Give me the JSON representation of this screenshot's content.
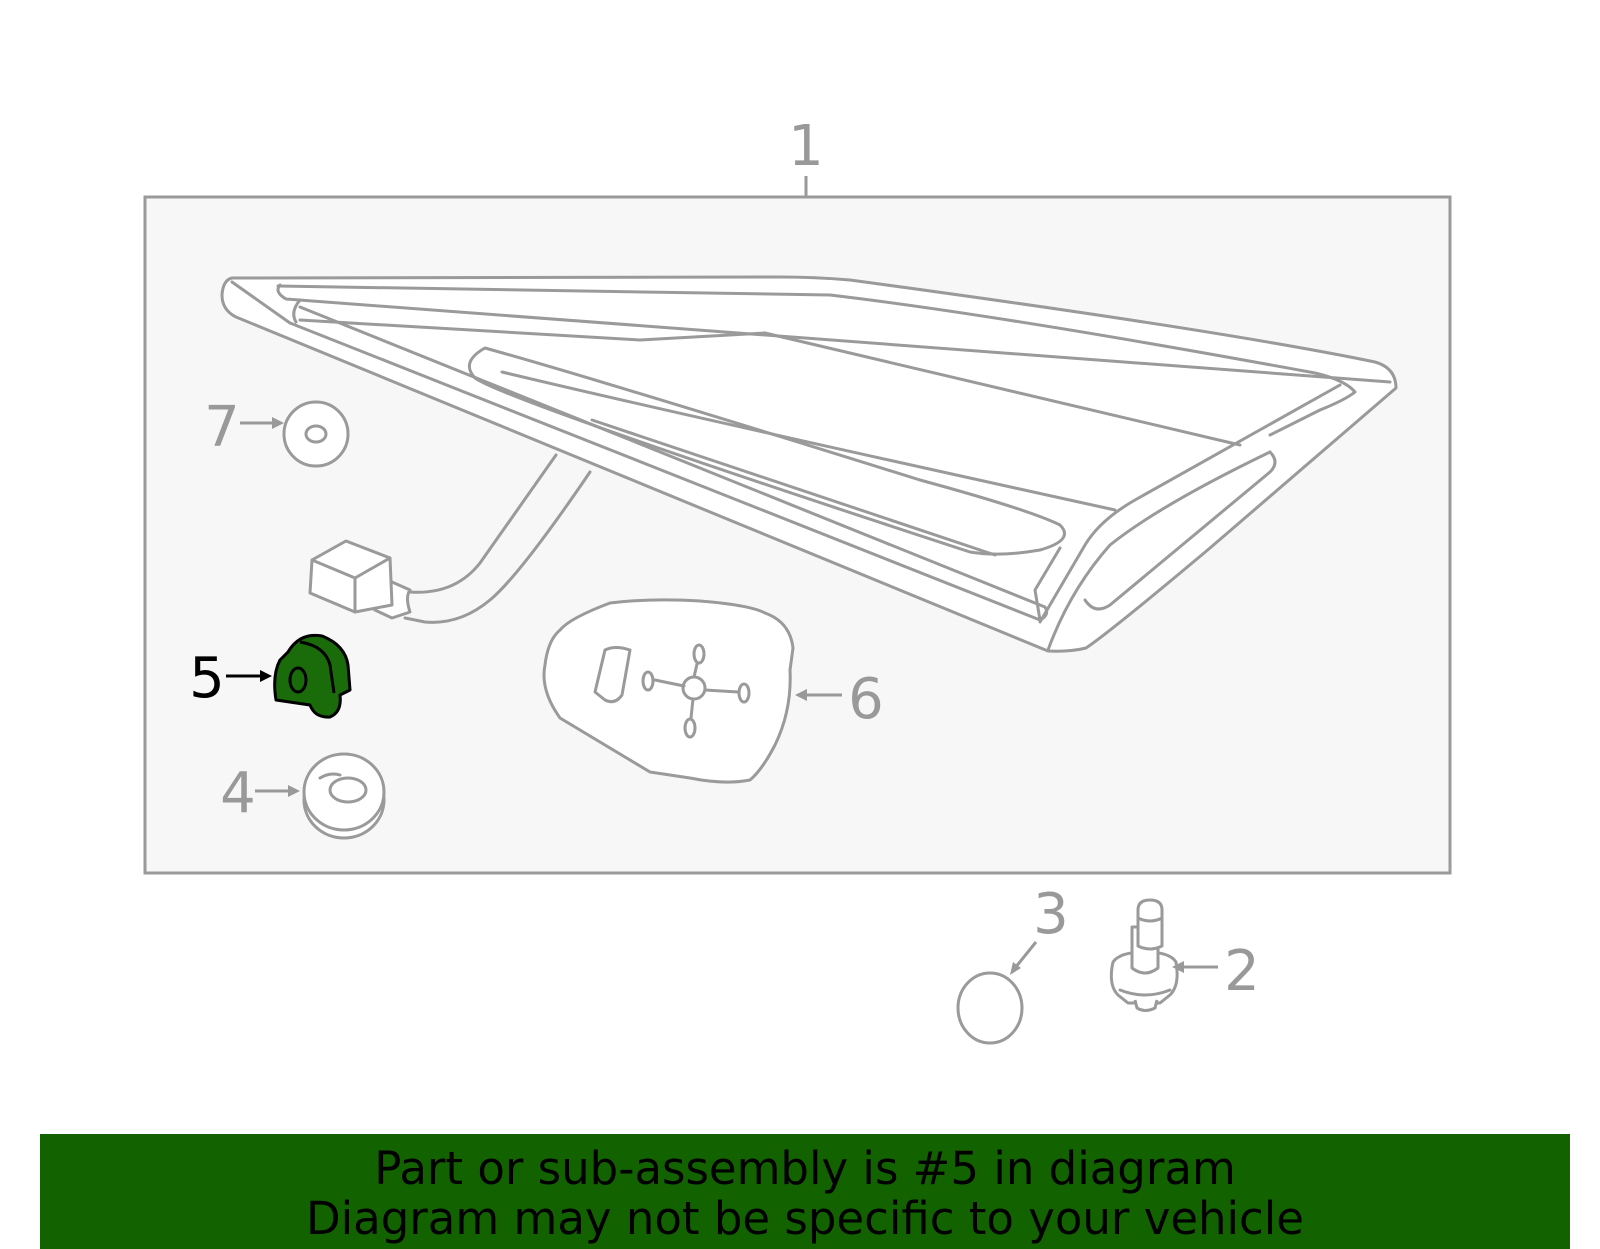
{
  "diagram": {
    "callouts": [
      "1",
      "2",
      "3",
      "4",
      "5",
      "6",
      "7"
    ],
    "highlighted_callout": "5",
    "colors": {
      "highlight_fill": "#1a6b0a",
      "line": "#9a9a9a",
      "assembly_box_fill": "#f7f7f7",
      "banner_background": "#126200"
    }
  },
  "banner": {
    "line1": "Part or sub-assembly is #5 in diagram",
    "line2": "Diagram may not be specific to your vehicle"
  }
}
